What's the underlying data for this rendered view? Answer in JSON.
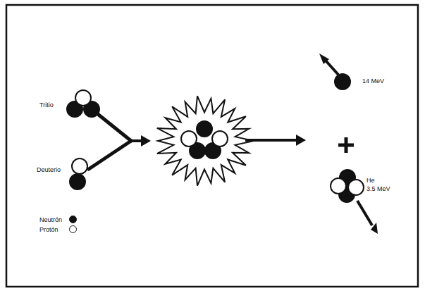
{
  "diagram": {
    "labels": [
      "Tritio",
      "Deuterio",
      "14 MeV",
      "He",
      "3.5 MeV"
    ],
    "legend": [
      {
        "text": "Neutrón",
        "color": "#111111"
      },
      {
        "text": "Protón",
        "color": "#ffffff"
      }
    ]
  }
}
